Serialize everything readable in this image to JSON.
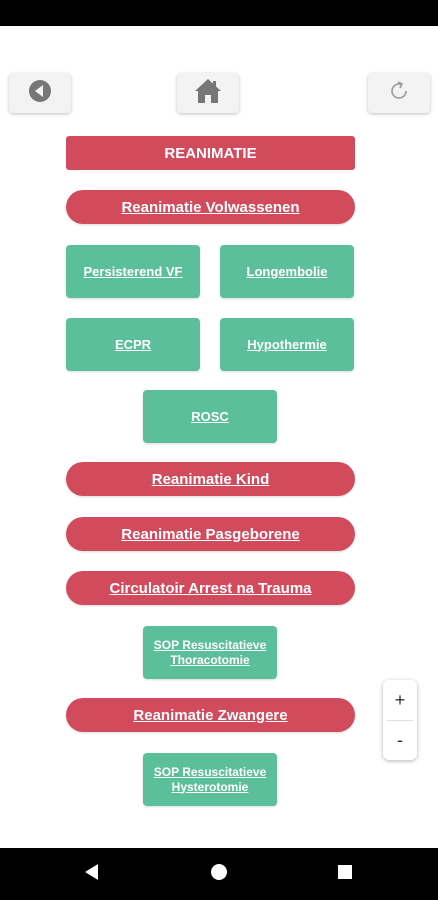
{
  "toolbar": {
    "back_icon": "back-circle-icon",
    "home_icon": "home-icon",
    "reload_icon": "reload-icon"
  },
  "section": {
    "title": "REANIMATIE"
  },
  "menu": {
    "adult": "Reanimatie Volwassenen",
    "persisterend_vf": "Persisterend VF",
    "longembolie": "Longembolie",
    "ecpr": "ECPR",
    "hypothermie": "Hypothermie",
    "rosc": "ROSC",
    "kind": "Reanimatie Kind",
    "pasgeborene": "Reanimatie Pasgeborene",
    "trauma": "Circulatoir Arrest na Trauma",
    "thoracotomie": "SOP Resuscitatieve Thoracotomie",
    "zwangere": "Reanimatie Zwangere",
    "hysterotomie": "SOP Resuscitatieve Hysterotomie"
  },
  "zoom": {
    "in": "+",
    "out": "-"
  },
  "colors": {
    "red": "#d24b5d",
    "green": "#5cbf9b"
  }
}
